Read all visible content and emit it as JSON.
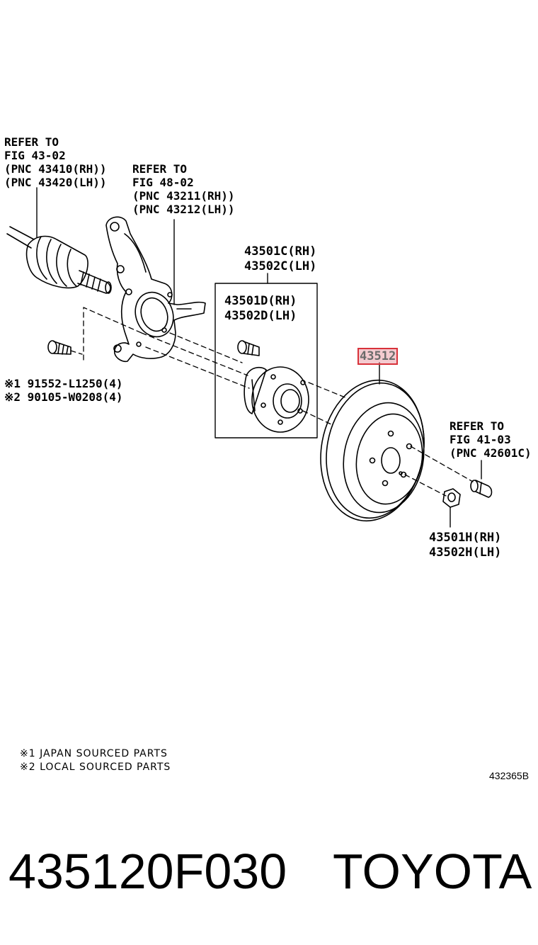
{
  "labels": {
    "drive_shaft_ref": [
      "REFER TO",
      "FIG 43-02",
      "(PNC 43410(RH))",
      "(PNC 43420(LH))"
    ],
    "knuckle_ref": [
      "REFER TO",
      "FIG 48-02",
      "(PNC 43211(RH))",
      "(PNC 43212(LH))"
    ],
    "hub_assembly": [
      "43501C(RH)",
      "43502C(LH)"
    ],
    "hub_bolt": [
      "43501D(RH)",
      "43502D(LH)"
    ],
    "highlighted_part": "43512",
    "hub_nut_ref": [
      "REFER TO",
      "FIG 41-03",
      "(PNC 42601C)"
    ],
    "hub_nut": [
      "43501H(RH)",
      "43502H(LH)"
    ],
    "bolt_japan": "※1 91552-L1250(4)",
    "bolt_local": "※2 90105-W0208(4)"
  },
  "notes": {
    "japan": "※1 JAPAN SOURCED PARTS",
    "local": "※2 LOCAL SOURCED PARTS"
  },
  "figure_id": "432365B",
  "footer": {
    "part_number": "435120F030",
    "brand": "TOYOTA"
  },
  "colors": {
    "highlight_border": "#d8323a",
    "highlight_fill": "#e68c96",
    "ink": "#000000"
  }
}
